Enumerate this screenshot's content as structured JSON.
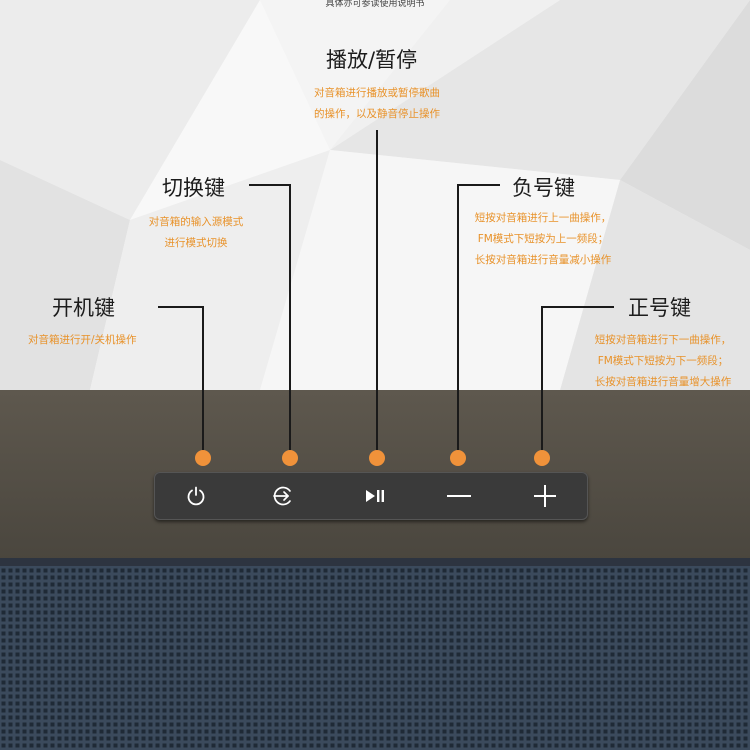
{
  "header": {
    "caption": "具体亦可参读使用说明书"
  },
  "colors": {
    "accent": "#f0923a",
    "desc_text": "#e8922a",
    "panel": "#3a3a3a"
  },
  "buttons": [
    {
      "key": "power",
      "label": "开机键",
      "icon": "power-icon",
      "desc": [
        "对音箱进行开/关机操作"
      ]
    },
    {
      "key": "mode",
      "label": "切换键",
      "icon": "input-source-icon",
      "desc": [
        "对音箱的输入源模式",
        "进行模式切换"
      ]
    },
    {
      "key": "play",
      "label": "播放/暂停",
      "icon": "play-pause-icon",
      "desc": [
        "对音箱进行播放或暂停歌曲",
        "的操作，以及静音停止操作"
      ]
    },
    {
      "key": "minus",
      "label": "负号键",
      "icon": "minus-icon",
      "desc": [
        "短按对音箱进行上一曲操作，",
        "FM模式下短按为上一频段；",
        "长按对音箱进行音量减小操作"
      ]
    },
    {
      "key": "plus",
      "label": "正号键",
      "icon": "plus-icon",
      "desc": [
        "短按对音箱进行下一曲操作，",
        "FM模式下短按为下一频段；",
        "长按对音箱进行音量增大操作"
      ]
    }
  ]
}
